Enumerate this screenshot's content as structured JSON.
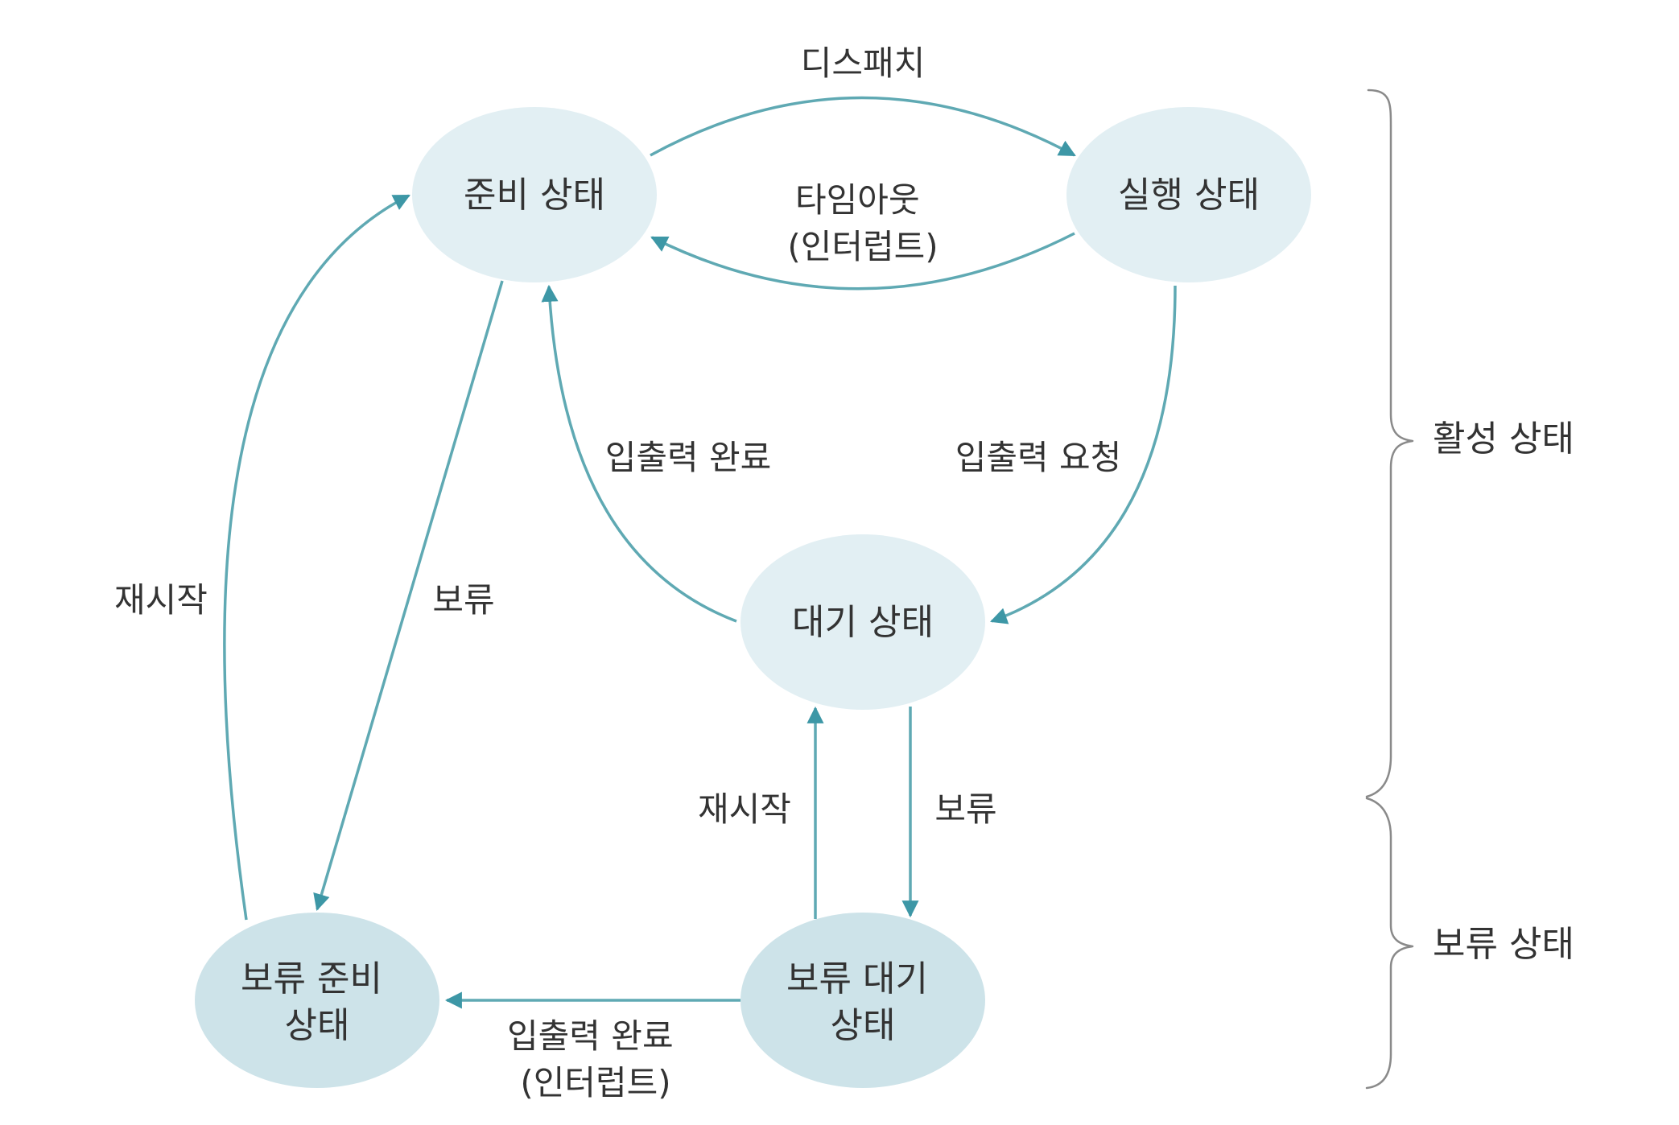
{
  "diagram": {
    "nodes": {
      "ready": {
        "lines": [
          "준비 상태"
        ]
      },
      "running": {
        "lines": [
          "실행 상태"
        ]
      },
      "waiting": {
        "lines": [
          "대기 상태"
        ]
      },
      "suspended_ready": {
        "lines": [
          "보류 준비",
          "상태"
        ]
      },
      "suspended_waiting": {
        "lines": [
          "보류 대기",
          "상태"
        ]
      }
    },
    "edges": {
      "dispatch": {
        "lines": [
          "디스패치"
        ]
      },
      "timeout": {
        "lines": [
          "타임아웃",
          "(인터럽트)"
        ]
      },
      "io_request": {
        "lines": [
          "입출력 요청"
        ]
      },
      "io_complete": {
        "lines": [
          "입출력 완료"
        ]
      },
      "resume_left": {
        "lines": [
          "재시작"
        ]
      },
      "suspend_left": {
        "lines": [
          "보류"
        ]
      },
      "resume_mid": {
        "lines": [
          "재시작"
        ]
      },
      "suspend_mid": {
        "lines": [
          "보류"
        ]
      },
      "io_complete_interrupt": {
        "lines": [
          "입출력 완료",
          "(인터럽트)"
        ]
      }
    },
    "groups": {
      "active": {
        "label": "활성 상태"
      },
      "suspended": {
        "label": "보류 상태"
      }
    }
  }
}
